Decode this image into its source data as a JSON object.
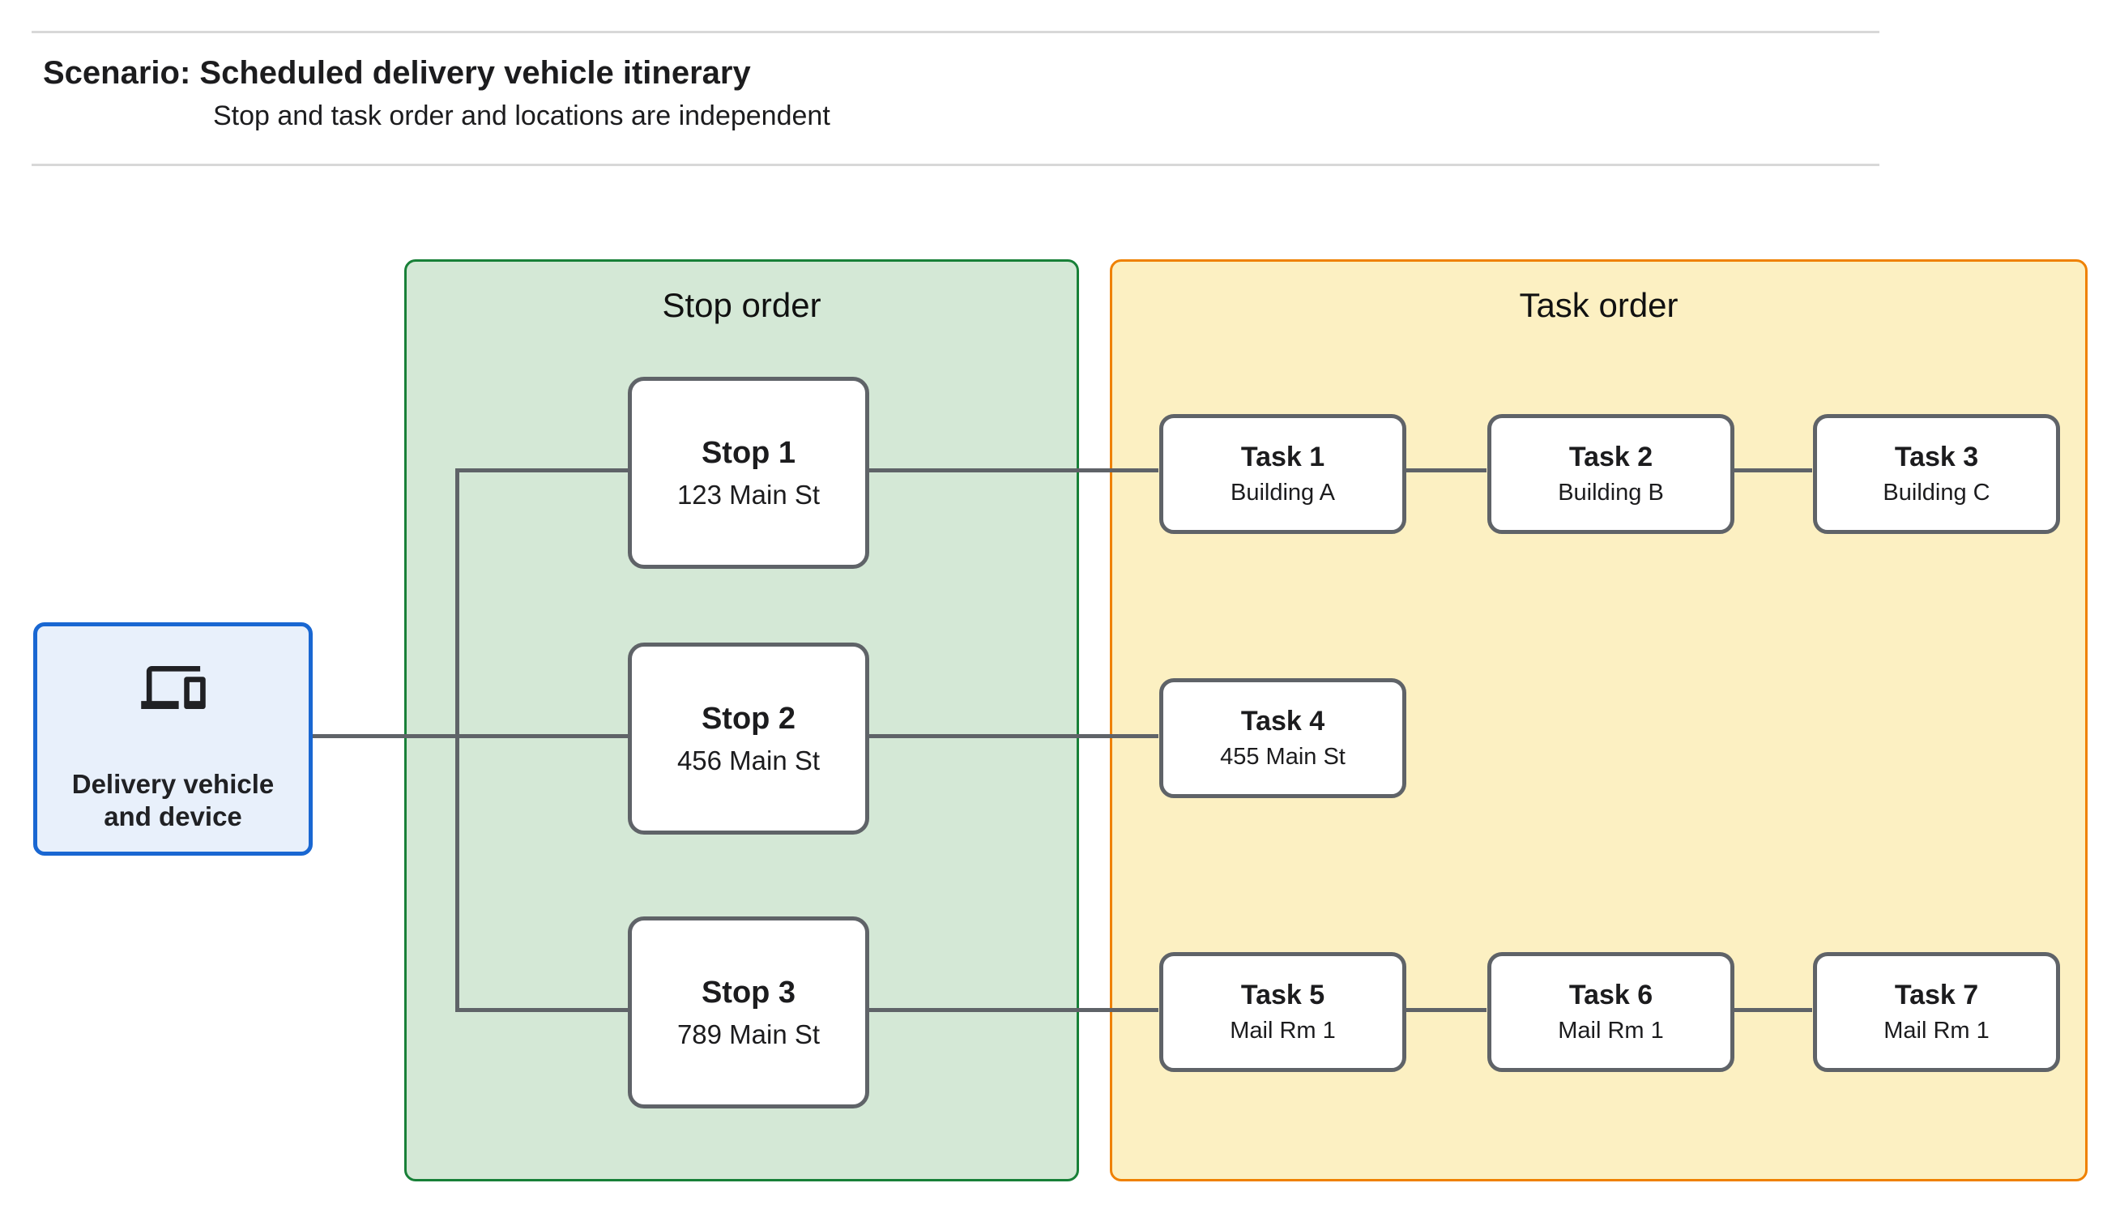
{
  "header": {
    "title": "Scenario: Scheduled delivery vehicle itinerary",
    "subtitle": "Stop and task order and locations are independent"
  },
  "vehicle": {
    "label": "Delivery vehicle\nand device",
    "icon": "devices-icon"
  },
  "stop_panel": {
    "title": "Stop order",
    "stops": [
      {
        "title": "Stop 1",
        "subtitle": "123 Main St"
      },
      {
        "title": "Stop 2",
        "subtitle": "456 Main St"
      },
      {
        "title": "Stop 3",
        "subtitle": "789 Main St"
      }
    ]
  },
  "task_panel": {
    "title": "Task order",
    "tasks": [
      {
        "title": "Task 1",
        "subtitle": "Building A"
      },
      {
        "title": "Task 2",
        "subtitle": "Building B"
      },
      {
        "title": "Task 3",
        "subtitle": "Building C"
      },
      {
        "title": "Task 4",
        "subtitle": "455 Main St"
      },
      {
        "title": "Task 5",
        "subtitle": "Mail Rm 1"
      },
      {
        "title": "Task 6",
        "subtitle": "Mail Rm 1"
      },
      {
        "title": "Task 7",
        "subtitle": "Mail Rm 1"
      }
    ]
  },
  "colors": {
    "page-bg": "#ffffff",
    "text": "#1c1c1e",
    "rule": "#d8d8d8",
    "connector": "#5f6368",
    "node-border": "#5f6368",
    "node-fill": "#ffffff",
    "green-fill": "#d4e8d6",
    "green-border": "#188038",
    "orange-fill": "#fcf0c2",
    "orange-border": "#ef8100",
    "blue-fill": "#e8f0fb",
    "blue-border": "#1967d2"
  }
}
